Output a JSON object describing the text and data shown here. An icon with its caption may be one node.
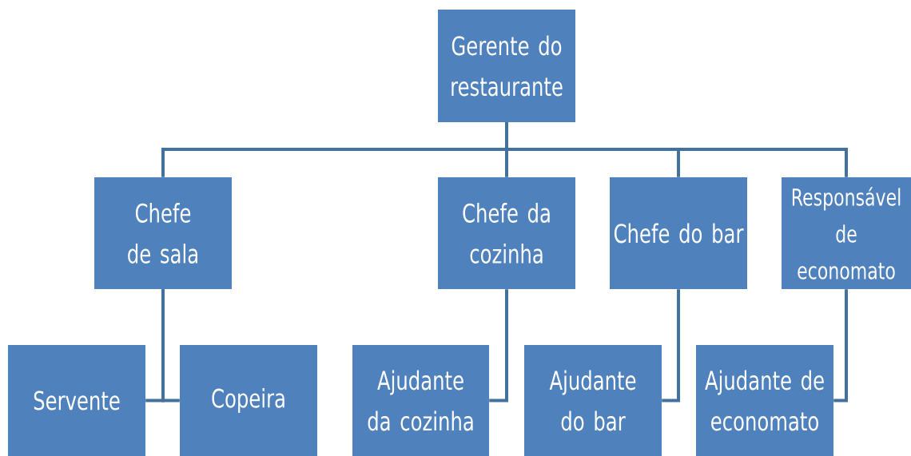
{
  "diagram": {
    "nodes": [
      {
        "text": [
          "Gerente do restaurante"
        ]
      },
      {
        "text": [
          "Chefe de sala"
        ]
      },
      {
        "text": [
          "Chefe da cozinha"
        ]
      },
      {
        "text": [
          "Chefe do bar"
        ]
      },
      {
        "text": [
          "Responsável de economato"
        ]
      },
      {
        "text": [
          "Servente"
        ]
      },
      {
        "text": [
          "Copeira"
        ]
      },
      {
        "text": [
          "Ajudante da cozinha"
        ]
      },
      {
        "text": [
          "Ajudante do bar"
        ]
      },
      {
        "text": [
          "Ajudante de economato"
        ]
      }
    ],
    "edges": [
      {
        "from": 0,
        "to": 1,
        "arrow": "none"
      },
      {
        "from": 0,
        "to": 2,
        "arrow": "none"
      },
      {
        "from": 0,
        "to": 3,
        "arrow": "none"
      },
      {
        "from": 0,
        "to": 4,
        "arrow": "none"
      },
      {
        "from": 1,
        "to": 5,
        "arrow": "none"
      },
      {
        "from": 1,
        "to": 6,
        "arrow": "none"
      },
      {
        "from": 2,
        "to": 7,
        "arrow": "none"
      },
      {
        "from": 3,
        "to": 8,
        "arrow": "none"
      },
      {
        "from": 4,
        "to": 9,
        "arrow": "none"
      }
    ]
  }
}
